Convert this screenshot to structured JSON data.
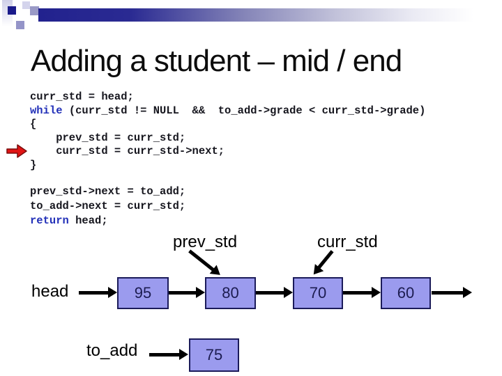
{
  "title": "Adding a student – mid / end",
  "code_block1": {
    "lines": [
      {
        "kw": "",
        "text": "curr_std = head;"
      },
      {
        "kw": "while",
        "text": " (curr_std != NULL  &&  to_add->grade < curr_std->grade)"
      },
      {
        "kw": "",
        "text": "{"
      },
      {
        "kw": "",
        "text": "    prev_std = curr_std;"
      },
      {
        "kw": "",
        "text": "    curr_std = curr_std->next;"
      },
      {
        "kw": "",
        "text": "}"
      }
    ]
  },
  "code_block2": {
    "lines": [
      {
        "kw": "",
        "text": "prev_std->next = to_add;"
      },
      {
        "kw": "",
        "text": "to_add->next = curr_std;"
      },
      {
        "kw": "return",
        "text": " head;"
      }
    ]
  },
  "diagram": {
    "prev_pointer_label": "prev_std",
    "curr_pointer_label": "curr_std",
    "head_label": "head",
    "to_add_label": "to_add",
    "nodes": [
      "95",
      "80",
      "70",
      "60"
    ],
    "to_add_value": "75"
  },
  "colors": {
    "keyword_blue": "#2230b8",
    "node_fill": "#9b9bee",
    "node_border": "#1b1b5a",
    "node_text": "#1c1c50",
    "header_navy": "#22228e",
    "pointer_red_fill": "#e11414",
    "pointer_red_outline": "#7a0d0d",
    "arrow_black": "#000000"
  }
}
